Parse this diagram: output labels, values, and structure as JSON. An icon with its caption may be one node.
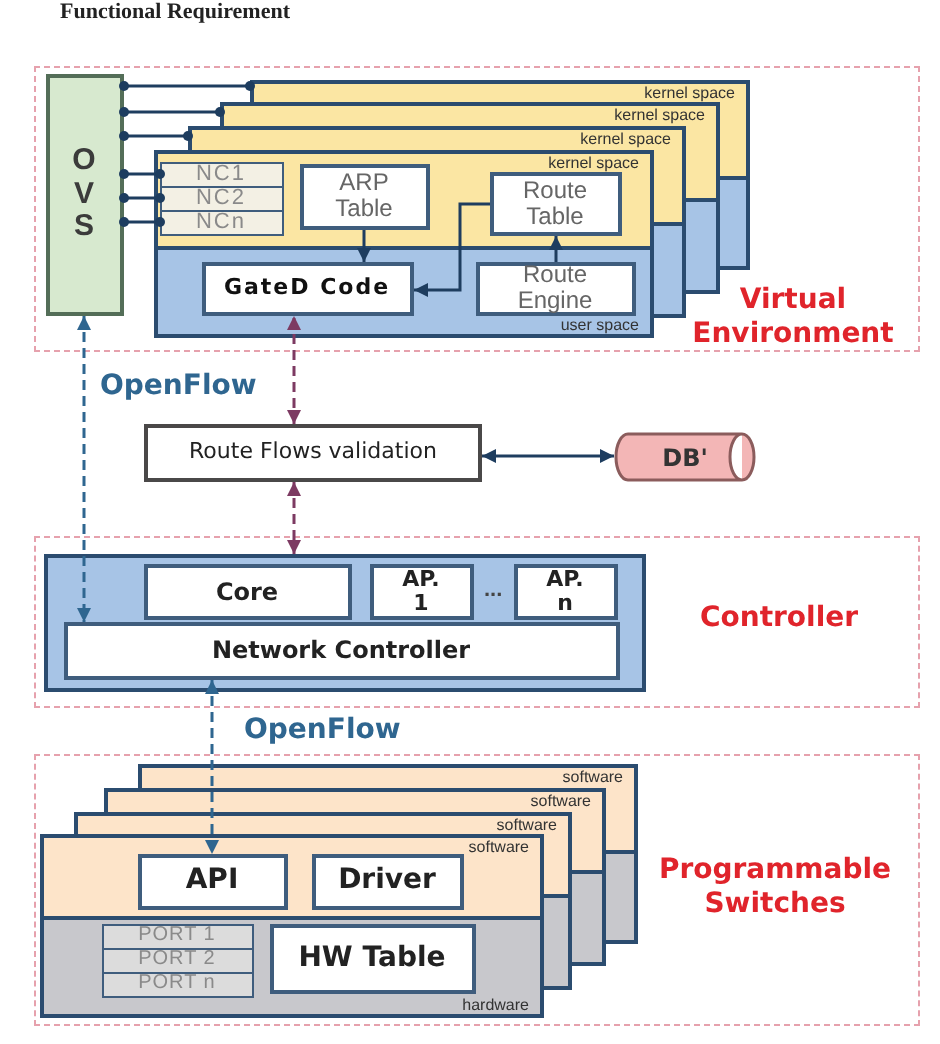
{
  "diagram": {
    "title": "Functional Requirement",
    "nodes": [
      {
        "text": [
          "Virtual Environment"
        ]
      },
      {
        "text": [
          "OVS"
        ],
        "in": 0
      },
      {
        "text": [
          "kernel space"
        ],
        "in": 0
      },
      {
        "text": [
          "kernel space"
        ],
        "in": 0
      },
      {
        "text": [
          "kernel space"
        ],
        "in": 0
      },
      {
        "text": [
          "kernel space",
          "user space"
        ],
        "in": 0
      },
      {
        "text": [
          "NC1"
        ],
        "in": 5
      },
      {
        "text": [
          "NC2"
        ],
        "in": 5
      },
      {
        "text": [
          "NCn"
        ],
        "in": 5
      },
      {
        "text": [
          "ARP Table"
        ],
        "in": 5
      },
      {
        "text": [
          "Route Table"
        ],
        "in": 5
      },
      {
        "text": [
          "GateD Code"
        ],
        "in": 5
      },
      {
        "text": [
          "Route Engine"
        ],
        "in": 5
      },
      {
        "text": [
          "Route Flows validation"
        ]
      },
      {
        "text": [
          "DB'"
        ]
      },
      {
        "text": [
          "Controller"
        ]
      },
      {
        "text": [],
        "shape": "box",
        "in": 15
      },
      {
        "text": [
          "Core"
        ],
        "in": 16
      },
      {
        "text": [
          "AP. 1"
        ],
        "in": 16
      },
      {
        "text": [
          "AP. n"
        ],
        "in": 16
      },
      {
        "text": [
          "Network Controller"
        ],
        "in": 16
      },
      {
        "text": [
          "Programmable Switches"
        ]
      },
      {
        "text": [
          "software"
        ],
        "in": 21
      },
      {
        "text": [
          "software"
        ],
        "in": 21
      },
      {
        "text": [
          "software"
        ],
        "in": 21
      },
      {
        "text": [
          "software",
          "hardware"
        ],
        "in": 21
      },
      {
        "text": [
          "API"
        ],
        "in": 25
      },
      {
        "text": [
          "Driver"
        ],
        "in": 25
      },
      {
        "text": [
          "PORT 1"
        ],
        "in": 25
      },
      {
        "text": [
          "PORT 2"
        ],
        "in": 25
      },
      {
        "text": [
          "PORT n"
        ],
        "in": 25
      },
      {
        "text": [
          "HW Table"
        ],
        "in": 25
      }
    ],
    "edges": [
      {
        "from": 1,
        "to": 2,
        "arrow": "other"
      },
      {
        "from": 1,
        "to": 3,
        "arrow": "other"
      },
      {
        "from": 1,
        "to": 4,
        "arrow": "other"
      },
      {
        "from": 1,
        "to": 6,
        "arrow": "other"
      },
      {
        "from": 1,
        "to": 7,
        "arrow": "other"
      },
      {
        "from": 1,
        "to": 8,
        "arrow": "other"
      },
      {
        "from": 9,
        "to": 11,
        "arrow": "to"
      },
      {
        "from": 10,
        "to": 11,
        "arrow": "to"
      },
      {
        "from": 12,
        "to": 10,
        "arrow": "to"
      },
      {
        "from": 13,
        "to": 11,
        "arrow": "both",
        "style": "dashed",
        "color": "#7d3a62"
      },
      {
        "from": 13,
        "to": 14,
        "arrow": "both"
      },
      {
        "from": 13,
        "to": 16,
        "arrow": "both",
        "style": "dashed",
        "color": "#7d3a62"
      },
      {
        "from": 1,
        "to": 20,
        "arrow": "both",
        "label": "OpenFlow",
        "style": "dashed",
        "color": "#2f6690"
      },
      {
        "from": 20,
        "to": 26,
        "arrow": "both",
        "label": "OpenFlow",
        "style": "dashed",
        "color": "#2f6690"
      }
    ],
    "labels": [
      "..."
    ]
  }
}
